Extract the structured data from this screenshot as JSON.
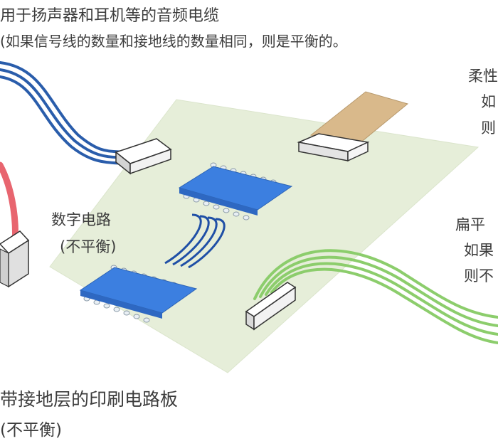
{
  "labels": {
    "audio_cable": "用于扬声器和耳机等的音频电缆",
    "audio_cable_note": "(如果信号线的数量和接地线的数量相同，则是平衡的。",
    "flex_cable": "柔性",
    "flex_cable_note1": "如",
    "flex_cable_note2": "则",
    "digital_circuit": "数字电路",
    "digital_circuit_note": "(不平衡)",
    "flat_cable": "扁平",
    "flat_cable_note1": "如果",
    "flat_cable_note2": "则不",
    "pcb": "带接地层的印刷电路板",
    "pcb_note": "(不平衡)"
  },
  "colors": {
    "pcb_board": "#e6eed9",
    "ic_chip": "#3c7fe0",
    "ic_pins": "#e9eff4",
    "blue_cable": "#2a5dab",
    "green_cable": "#8ccd6c",
    "red_cable": "#e8656f",
    "flex_tape": "#d9b98b",
    "connector": "#ffffff",
    "connector_side": "#cfcfcf",
    "text": "#3c3c3c"
  }
}
